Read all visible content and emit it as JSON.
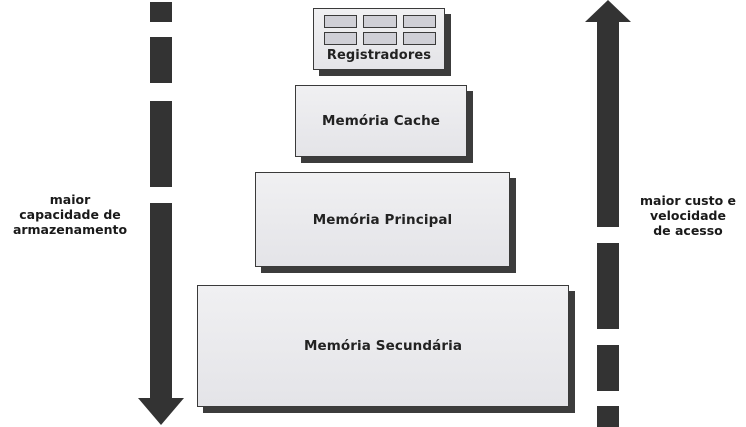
{
  "levels": {
    "registradores": "Registradores",
    "cache": "Memória Cache",
    "principal": "Memória Principal",
    "secundaria": "Memória Secundária"
  },
  "left_label": {
    "line1": "maior",
    "line2": "capacidade de",
    "line3": "armazenamento"
  },
  "right_label": {
    "line1": "maior custo e",
    "line2": "velocidade",
    "line3": "de acesso"
  },
  "colors": {
    "arrow": "#333333",
    "box_fill": "#ebebee",
    "box_shadow": "#3c3c3c",
    "text": "#222222"
  },
  "icons": {
    "left_arrow": "arrow-down-dashed-icon",
    "right_arrow": "arrow-up-dashed-icon"
  }
}
